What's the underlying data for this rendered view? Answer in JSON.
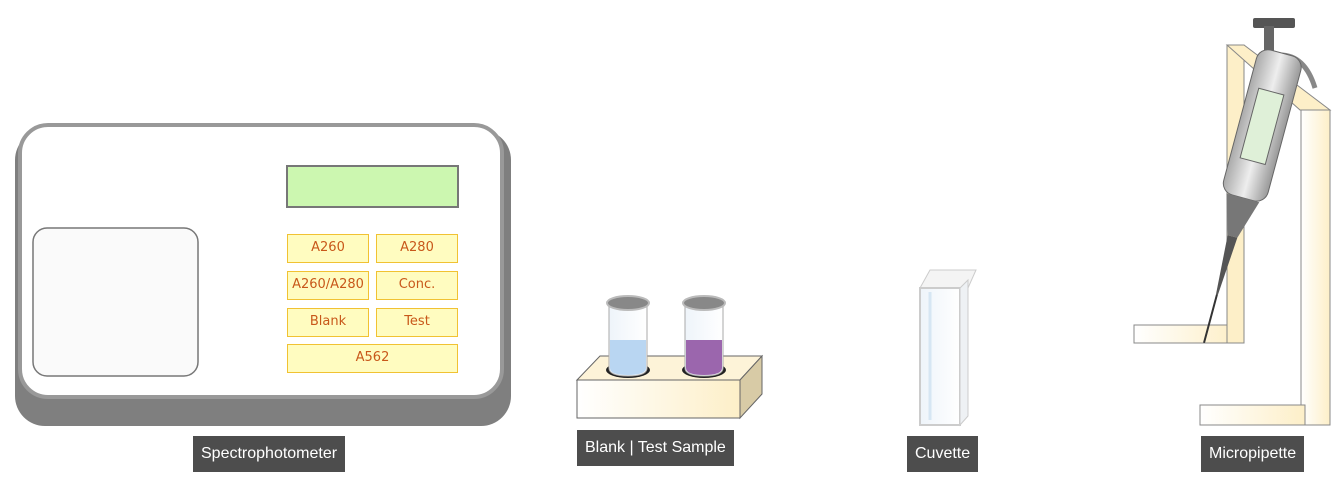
{
  "spectrophotometer": {
    "label": "Spectrophotometer",
    "buttons": [
      "A260",
      "A280",
      "A260/A280",
      "Conc.",
      "Blank",
      "Test",
      "A562"
    ]
  },
  "samples": {
    "label": "Blank | Test Sample"
  },
  "cuvette": {
    "label": "Cuvette"
  },
  "micropipette": {
    "label": "Micropipette"
  },
  "colors": {
    "blank_liquid": "#b9d6f2",
    "test_liquid": "#9b66ad",
    "screen": "#ccf7b0",
    "label_bg": "#4d4d4d"
  }
}
